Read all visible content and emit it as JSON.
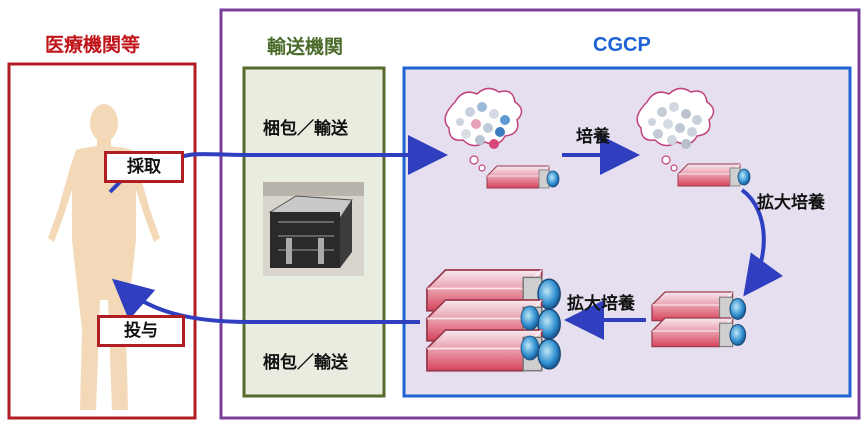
{
  "headers": {
    "medical": "医療機関等",
    "transport": "輸送機関",
    "cgcp": "CGCP"
  },
  "labels": {
    "collection": "採取",
    "administration": "投与",
    "pack_top": "梱包／輸送",
    "pack_bottom": "梱包／輸送",
    "culture": "培養",
    "expand_right": "拡大培養",
    "expand_bottom": "拡大培養"
  },
  "colors": {
    "medical_border": "#b01e24",
    "transport_border": "#556b2f",
    "transport_fill": "#e9eddf",
    "cgcp_inner_border": "#1e63d6",
    "cgcp_inner_fill": "#e6dff0",
    "cgcp_outer_border": "#7a3f9a",
    "arrow": "#2f3fbf",
    "human": "#f3d9b8",
    "flask": "#e2506a"
  }
}
